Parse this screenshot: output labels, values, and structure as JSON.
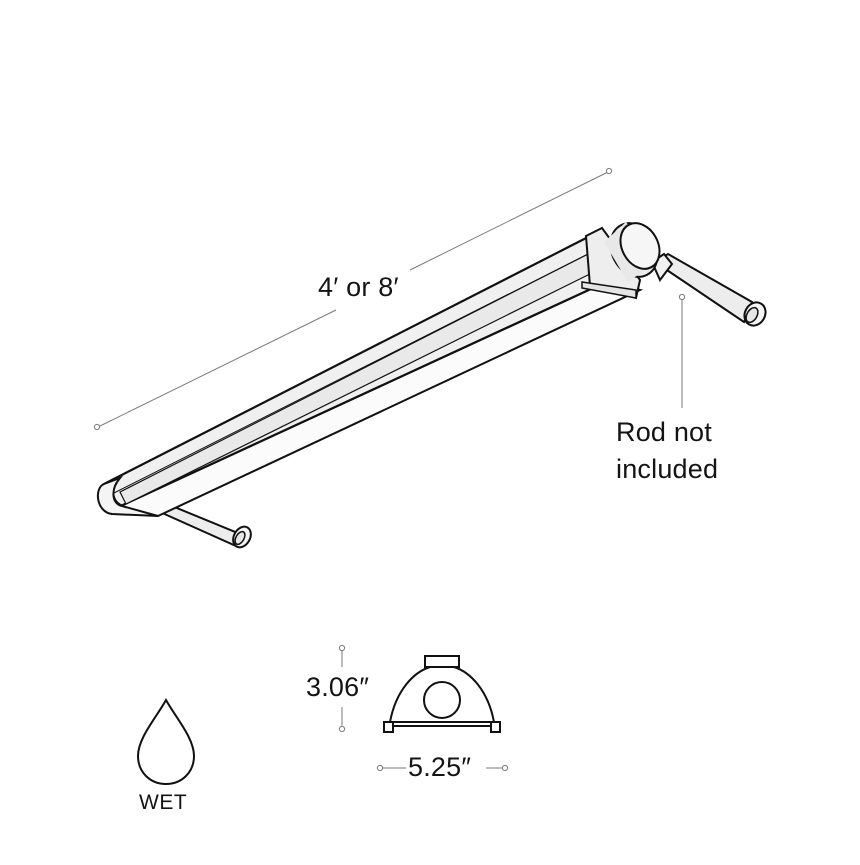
{
  "diagram": {
    "type": "product-dimension-illustration",
    "subject": "linear LED shop light fixture mounted on rod",
    "labels": {
      "length": "4′ or 8′",
      "rod_note_line1": "Rod not",
      "rod_note_line2": "included",
      "height": "3.06″",
      "width": "5.25″",
      "wet_rating": "WET"
    },
    "icons": {
      "wet_rating_icon": "water-drop-icon"
    },
    "colors": {
      "line": "#111111",
      "dimension_line": "#7a7a7a",
      "fixture_fill": "#f2f2f2",
      "lens_fill": "#fbfbfb",
      "background": "#ffffff"
    }
  }
}
